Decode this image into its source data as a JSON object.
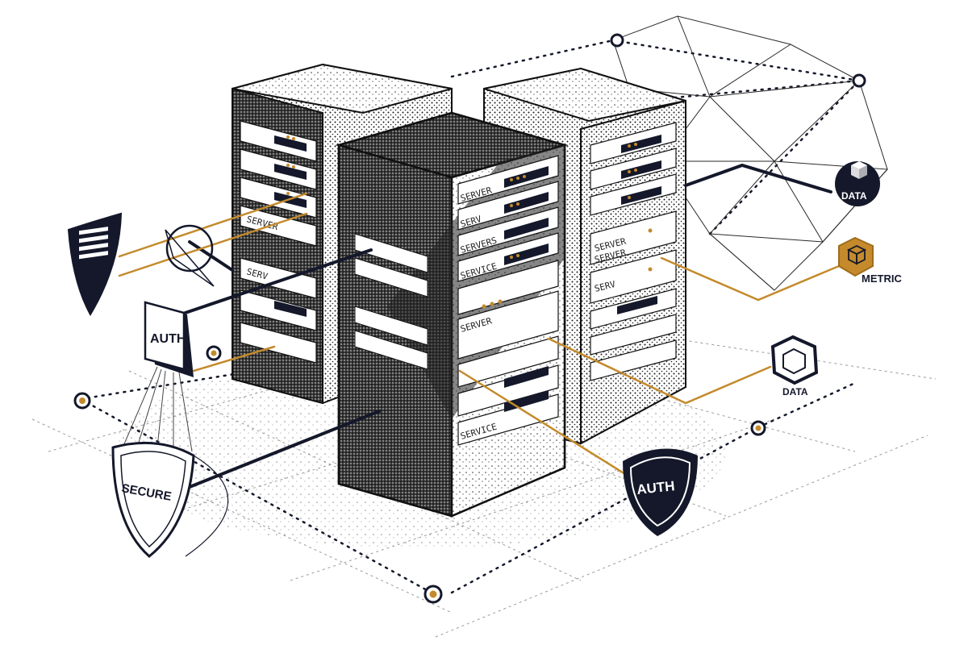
{
  "colors": {
    "ink": "#14182a",
    "accent": "#c48a2c",
    "paper": "#ffffff",
    "grid": "#9a9a9a"
  },
  "labels": {
    "auth_box": "AUTH",
    "secure_shield": "SECURE",
    "auth_shield": "AUTH",
    "data_top": "DATA",
    "metric": "METRIC",
    "data_bottom": "DATA"
  },
  "rack_labels": {
    "left": [
      "SERVER",
      "SERV"
    ],
    "center": [
      "SERVER",
      "SERV",
      "SERVERS",
      "SERVICE",
      "SERVER",
      "SERVICE"
    ],
    "right": [
      "SERVER",
      "SERVER",
      "SERV"
    ]
  },
  "icons": [
    "shield-list-icon",
    "auth-box-icon",
    "secure-shield-icon",
    "auth-shield-icon",
    "data-cube-icon",
    "metric-cube-icon",
    "data-hexagon-icon",
    "lock-ring-icon"
  ]
}
